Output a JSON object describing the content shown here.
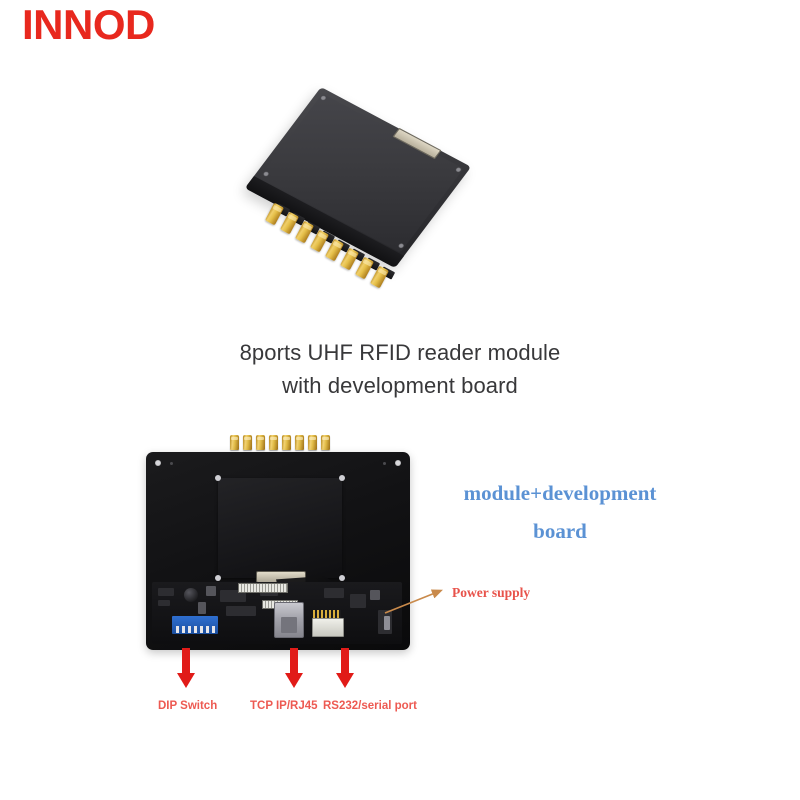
{
  "brand": {
    "name": "INNOD",
    "color": "#e8281e"
  },
  "product": {
    "module_alt": "8 port UHF RFID reader module",
    "board_alt": "UHF RFID development board with module mounted"
  },
  "caption": {
    "line1": "8ports UHF RFID reader module",
    "line2": "with development board",
    "color": "#38383a"
  },
  "annotations": {
    "blue_note": {
      "line1": "module+development",
      "line2": "board",
      "color": "#5b92d4"
    },
    "power_supply": {
      "label": "Power supply",
      "color": "#e8534b",
      "arrow_color": "#c98a4b"
    },
    "callouts": [
      {
        "label": "DIP Switch",
        "color": "#ed5a52"
      },
      {
        "label": "TCP IP/RJ45",
        "color": "#ed5a52"
      },
      {
        "label": "RS232/serial port",
        "color": "#ed5a52"
      }
    ]
  },
  "colors": {
    "background": "#ffffff",
    "arrow_red": "#e11b18",
    "connector_gold": "#e5bf49",
    "dip_blue": "#2f6fd0",
    "pcb_black": "#121214"
  },
  "ports": {
    "module_sma_count": 8,
    "board_sma_count": 8
  }
}
